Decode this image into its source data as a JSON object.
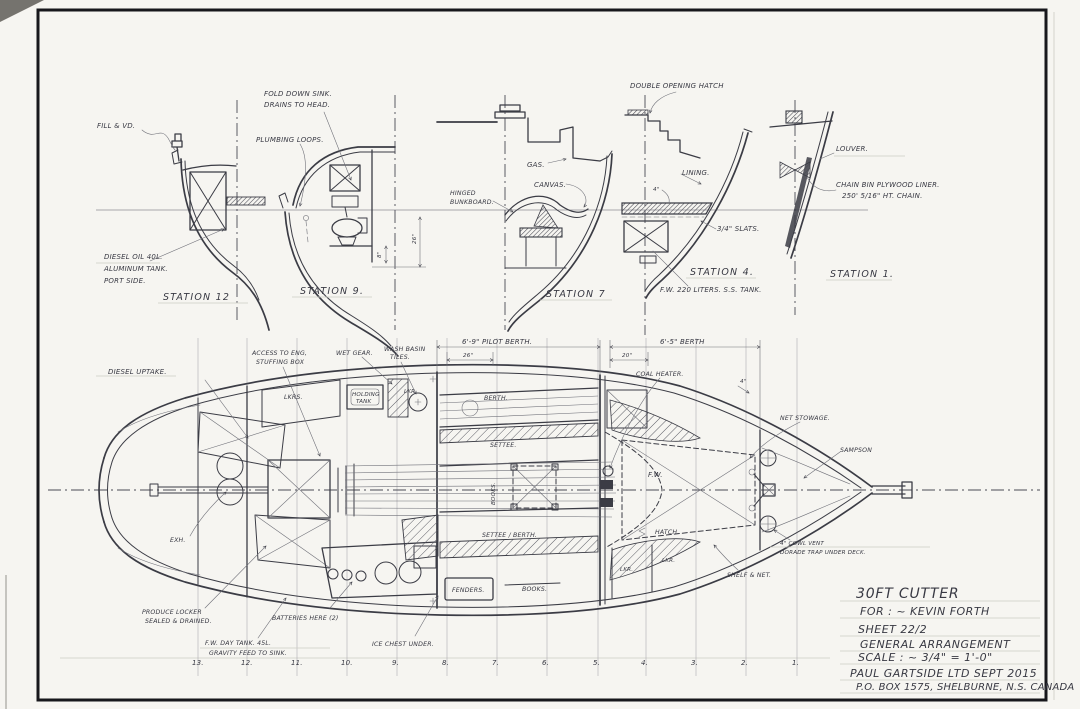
{
  "drawing": {
    "ink_color": "#3b3c45",
    "paper_color": "#f6f5f1",
    "guide_color": "#ccccc4"
  },
  "title_block": {
    "boat": "30FT CUTTER",
    "client": "FOR : ~ KEVIN FORTH",
    "sheet": "SHEET 22/2",
    "drawing_name": "GENERAL ARRANGEMENT",
    "scale": "SCALE : ~ 3/4\" = 1'-0\"",
    "firm": "PAUL GARTSIDE LTD    SEPT 2015",
    "address": "P.O. BOX 1575, SHELBURNE, N.S. CANADA"
  },
  "sections": [
    {
      "caption": "STATION 12",
      "labels": {
        "fill": "FILL & VD.",
        "tank1": "DIESEL OIL 40L.",
        "tank2": "ALUMINUM TANK.",
        "tank3": "PORT SIDE."
      }
    },
    {
      "caption": "STATION 9.",
      "labels": {
        "sink1": "FOLD DOWN SINK.",
        "sink2": "DRAINS TO HEAD.",
        "loops": "PLUMBING LOOPS.",
        "dim_seat": "8\"",
        "dim_back": "26\""
      }
    },
    {
      "caption": "STATION 7",
      "labels": {
        "gas": "GAS.",
        "canvas": "CANVAS.",
        "bunk1": "HINGED",
        "bunk2": "BUNKBOARD."
      }
    },
    {
      "caption": "STATION 4.",
      "labels": {
        "hatch": "DOUBLE OPENING HATCH",
        "lining": "LINING.",
        "dim4": "4\"",
        "slats": "3/4\" SLATS.",
        "tank": "F.W. 220 LITERS. S.S. TANK."
      }
    },
    {
      "caption": "STATION 1.",
      "labels": {
        "louver": "LOUVER.",
        "chain1": "CHAIN BIN PLYWOOD LINER.",
        "chain2": "250' 5/16\" HT. CHAIN."
      }
    }
  ],
  "plan": {
    "dims": {
      "pilot_berth": "6'-9\" PILOT BERTH.",
      "pilot_width": "26\"",
      "fwd_berth": "6'-5\" BERTH",
      "fwd_width": "20\"",
      "small4": "4\""
    },
    "labels": {
      "diesel_uptake": "DIESEL UPTAKE.",
      "access1": "ACCESS TO ENG,",
      "access2": "STUFFING BOX",
      "wet_gear": "WET GEAR.",
      "basin1": "WASH BASIN",
      "basin2": "TILES.",
      "lkrs": "LKRS.",
      "holding1": "HOLDING",
      "holding2": "TANK",
      "lkr_top": "LKR.",
      "berth": "BERTH.",
      "books_vertical": "BOOKS.",
      "coal_heater": "COAL HEATER.",
      "net_stowage": "NET STOWAGE.",
      "sampson": "SAMPSON",
      "settee": "SETTEE.",
      "settee_berth": "SETTEE / BERTH.",
      "fw": "F.W.",
      "exh": "EXH.",
      "hatch": "HATCH.",
      "lkr_fwd1": "LKR.",
      "lkr_fwd2": "LKR.",
      "shelf_net": "SHELF & NET.",
      "cowl1": "4\" COWL VENT",
      "cowl2": "DORADE TRAP UNDER DECK.",
      "produce1": "PRODUCE LOCKER",
      "produce2": "SEALED & DRAINED.",
      "batteries": "BATTERIES HERE (2)",
      "day_tank1": "F.W. DAY TANK. 45L.",
      "day_tank2": "GRAVITY FEED TO SINK.",
      "ice_chest": "ICE CHEST UNDER.",
      "fenders": "FENDERS.",
      "books": "BOOKS."
    },
    "station_numbers": [
      "13.",
      "12.",
      "11.",
      "10.",
      "9.",
      "8.",
      "7.",
      "6.",
      "5.",
      "4.",
      "3.",
      "2.",
      "1."
    ]
  }
}
